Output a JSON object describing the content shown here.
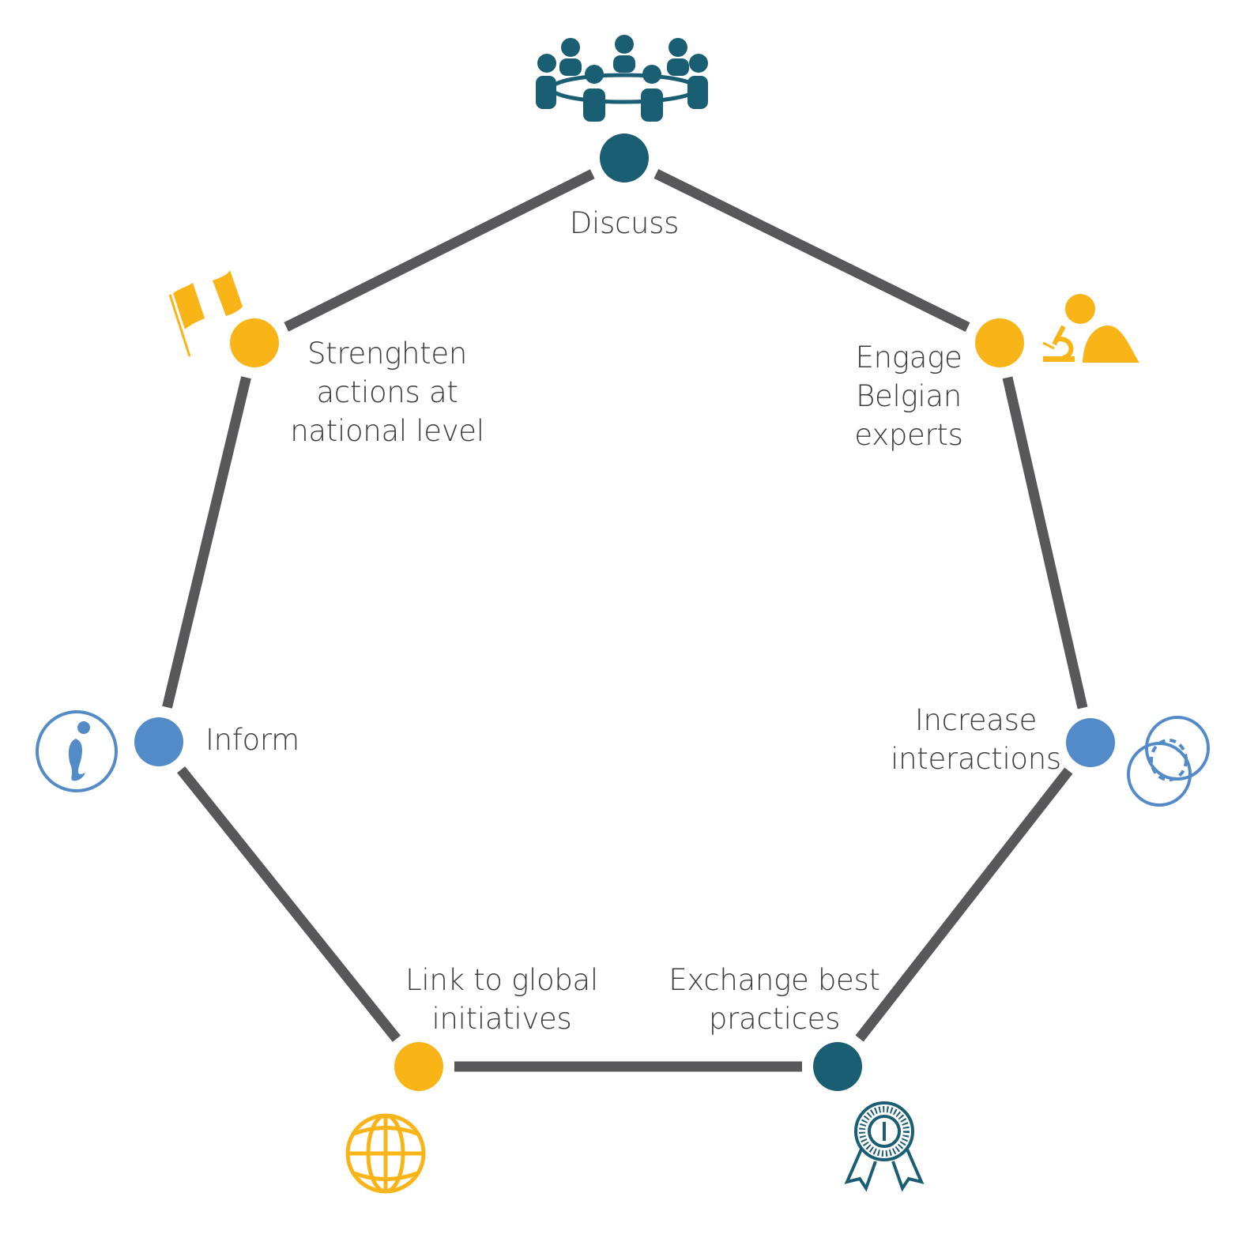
{
  "title": "",
  "colors": {
    "teal": "#1a5e73",
    "yellow": "#f9b418",
    "blue": "#528bc8",
    "edge": "#58585a",
    "text": "#3b3b3d"
  },
  "nodes": [
    {
      "id": "discuss",
      "label": "Discuss",
      "color_key": "teal",
      "icon": "people-round-table-icon"
    },
    {
      "id": "engage",
      "label": "Engage\nBelgian\nexperts",
      "color_key": "yellow",
      "icon": "scientist-microscope-icon"
    },
    {
      "id": "increase",
      "label": "Increase\ninteractions",
      "color_key": "blue",
      "icon": "overlapping-circles-icon"
    },
    {
      "id": "exchange",
      "label": "Exchange best\npractices",
      "color_key": "teal",
      "icon": "award-ribbon-icon"
    },
    {
      "id": "link",
      "label": "Link to global\ninitiatives",
      "color_key": "yellow",
      "icon": "globe-icon"
    },
    {
      "id": "inform",
      "label": "Inform",
      "color_key": "blue",
      "icon": "info-icon"
    },
    {
      "id": "strengthen",
      "label": "Strenghten\nactions at\nnational level",
      "color_key": "yellow",
      "icon": "flag-icon"
    }
  ],
  "edges": [
    [
      "discuss",
      "engage"
    ],
    [
      "engage",
      "increase"
    ],
    [
      "increase",
      "exchange"
    ],
    [
      "exchange",
      "link"
    ],
    [
      "link",
      "inform"
    ],
    [
      "inform",
      "strengthen"
    ],
    [
      "strengthen",
      "discuss"
    ]
  ]
}
